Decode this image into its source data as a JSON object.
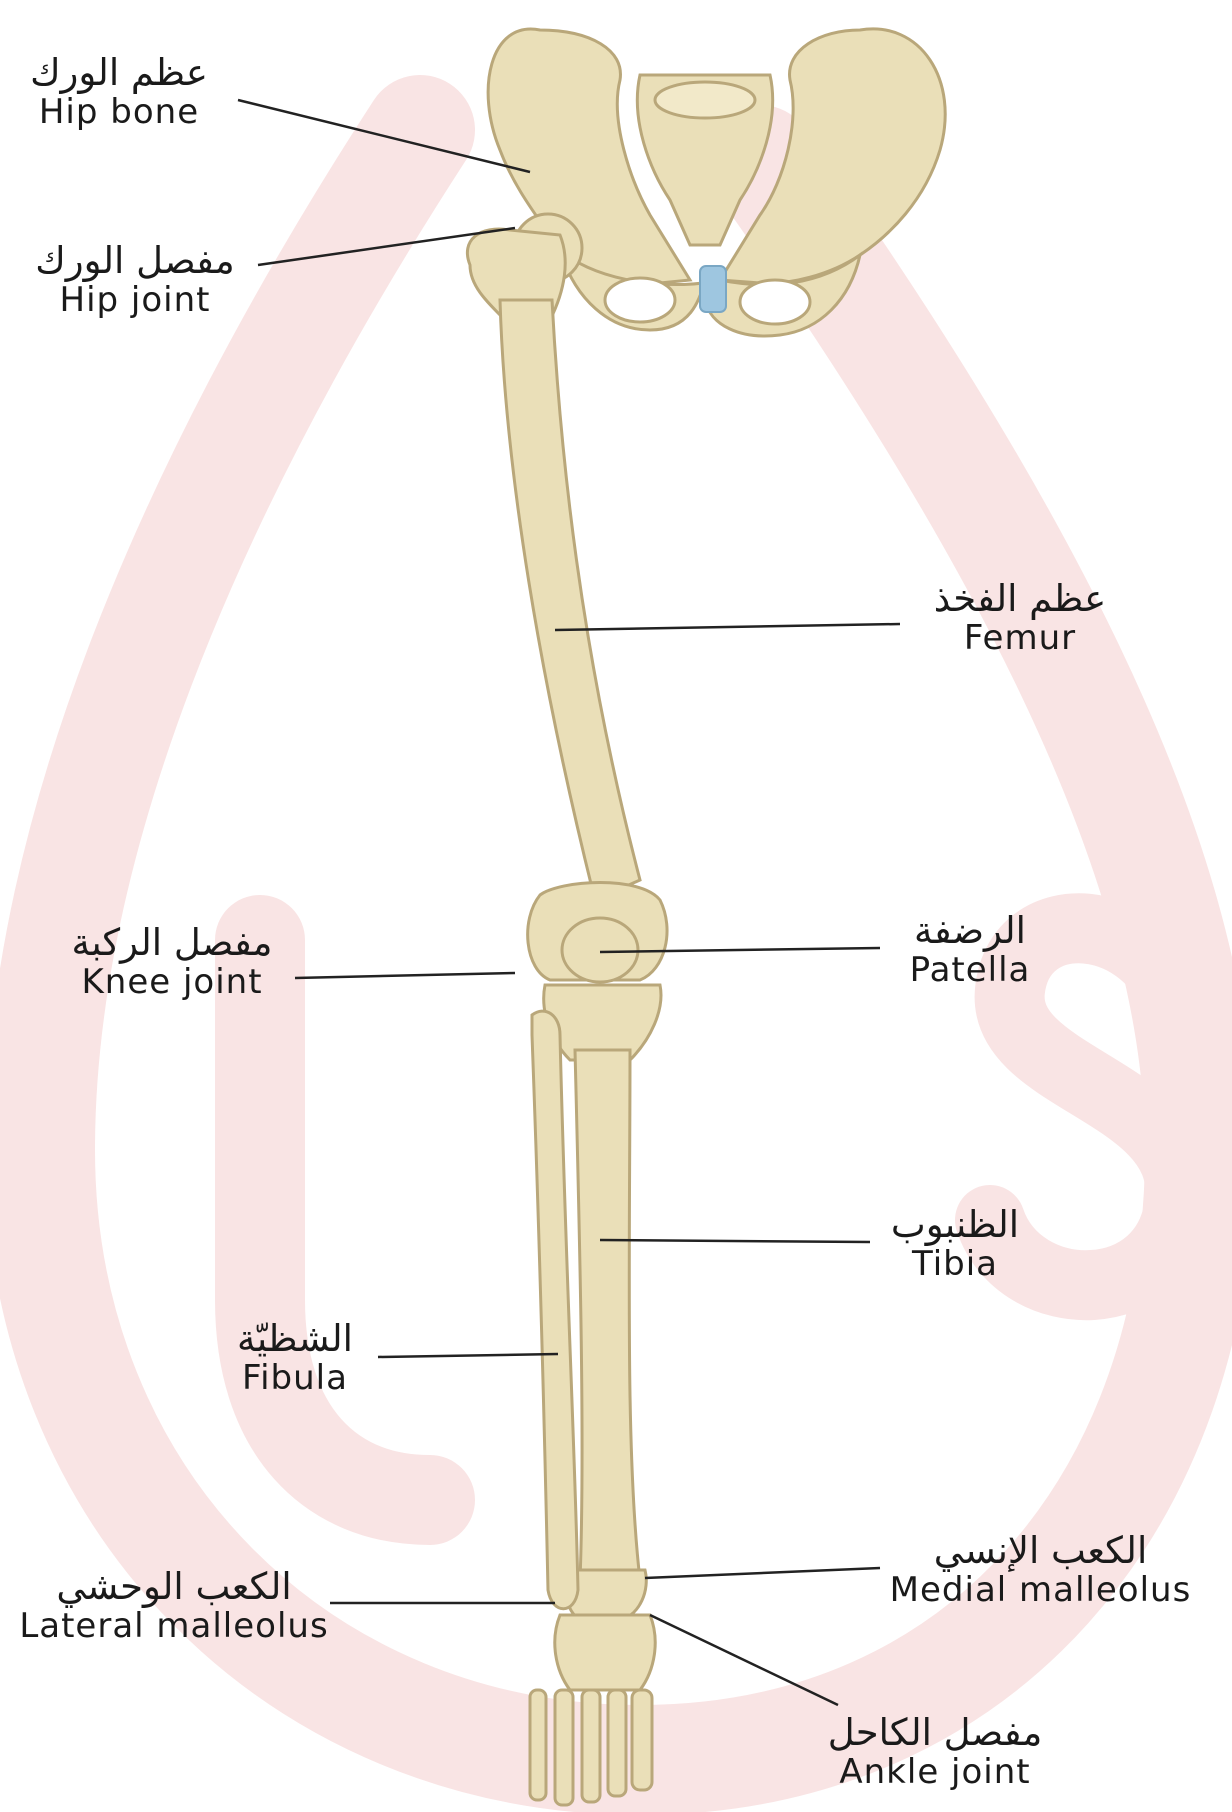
{
  "colors": {
    "bone_fill": "#eadfb8",
    "bone_stroke": "#b9a77a",
    "bone_shade": "#d9c996",
    "cartilage": "#9ec6e0",
    "leader_line": "#222222",
    "watermark": "#f8e3e3"
  },
  "labels": {
    "hip_bone": {
      "ar": "عظم الورك",
      "en": "Hip bone"
    },
    "hip_joint": {
      "ar": "مفصل الورك",
      "en": "Hip joint"
    },
    "femur": {
      "ar": "عظم الفخذ",
      "en": "Femur"
    },
    "knee_joint": {
      "ar": "مفصل الركبة",
      "en": "Knee joint"
    },
    "patella": {
      "ar": "الرضفة",
      "en": "Patella"
    },
    "tibia": {
      "ar": "الظنبوب",
      "en": "Tibia"
    },
    "fibula": {
      "ar": "الشظيّة",
      "en": "Fibula"
    },
    "medial_malleolus": {
      "ar": "الكعب الإنسي",
      "en": "Medial malleolus"
    },
    "lateral_malleolus": {
      "ar": "الكعب الوحشي",
      "en": "Lateral malleolus"
    },
    "ankle_joint": {
      "ar": "مفصل الكاحل",
      "en": "Ankle joint"
    }
  }
}
